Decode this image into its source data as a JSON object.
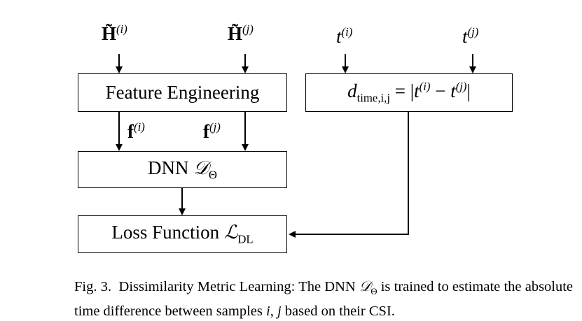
{
  "inputs": {
    "h_i": {
      "base": "H̃",
      "sup": "(i)"
    },
    "h_j": {
      "base": "H̃",
      "sup": "(j)"
    },
    "t_i": {
      "base": "t",
      "sup": "(i)"
    },
    "t_j": {
      "base": "t",
      "sup": "(j)"
    }
  },
  "boxes": {
    "feature_engineering": "Feature Engineering",
    "dnn": {
      "text": "DNN",
      "symbol": "𝒟",
      "sub": "Θ"
    },
    "loss": {
      "text": "Loss Function",
      "symbol": "ℒ",
      "sub": "DL"
    },
    "time_diff": {
      "lhs": "d",
      "lhs_sub": "time,i,j",
      "eq": "=",
      "bar_open": "|",
      "t1": "t",
      "t1_sup": "(i)",
      "minus": "−",
      "t2": "t",
      "t2_sup": "(j)",
      "bar_close": "|"
    }
  },
  "features": {
    "f_i": {
      "base": "f",
      "sup": "(i)"
    },
    "f_j": {
      "base": "f",
      "sup": "(j)"
    }
  },
  "caption": {
    "fig_label": "Fig. 3.",
    "text_1": "Dissimilarity Metric Learning: The DNN",
    "symbol": "𝒟",
    "symbol_sub": "Θ",
    "text_2": "is trained to estimate the absolute time difference between samples",
    "var_i": "i",
    "comma": ",",
    "var_j": "j",
    "text_3": "based on their CSI."
  }
}
